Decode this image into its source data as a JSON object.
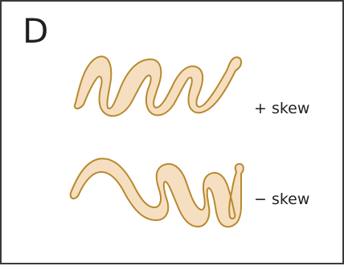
{
  "panel": {
    "letter": "D"
  },
  "figures": [
    {
      "id": "positive-skew-worm",
      "label": "+ skew"
    },
    {
      "id": "negative-skew-worm",
      "label": "− skew"
    }
  ],
  "colors": {
    "worm_fill": "#f6dfc0",
    "worm_outline": "#b8892e",
    "text": "#231f20",
    "border": "#3a3a3a"
  }
}
